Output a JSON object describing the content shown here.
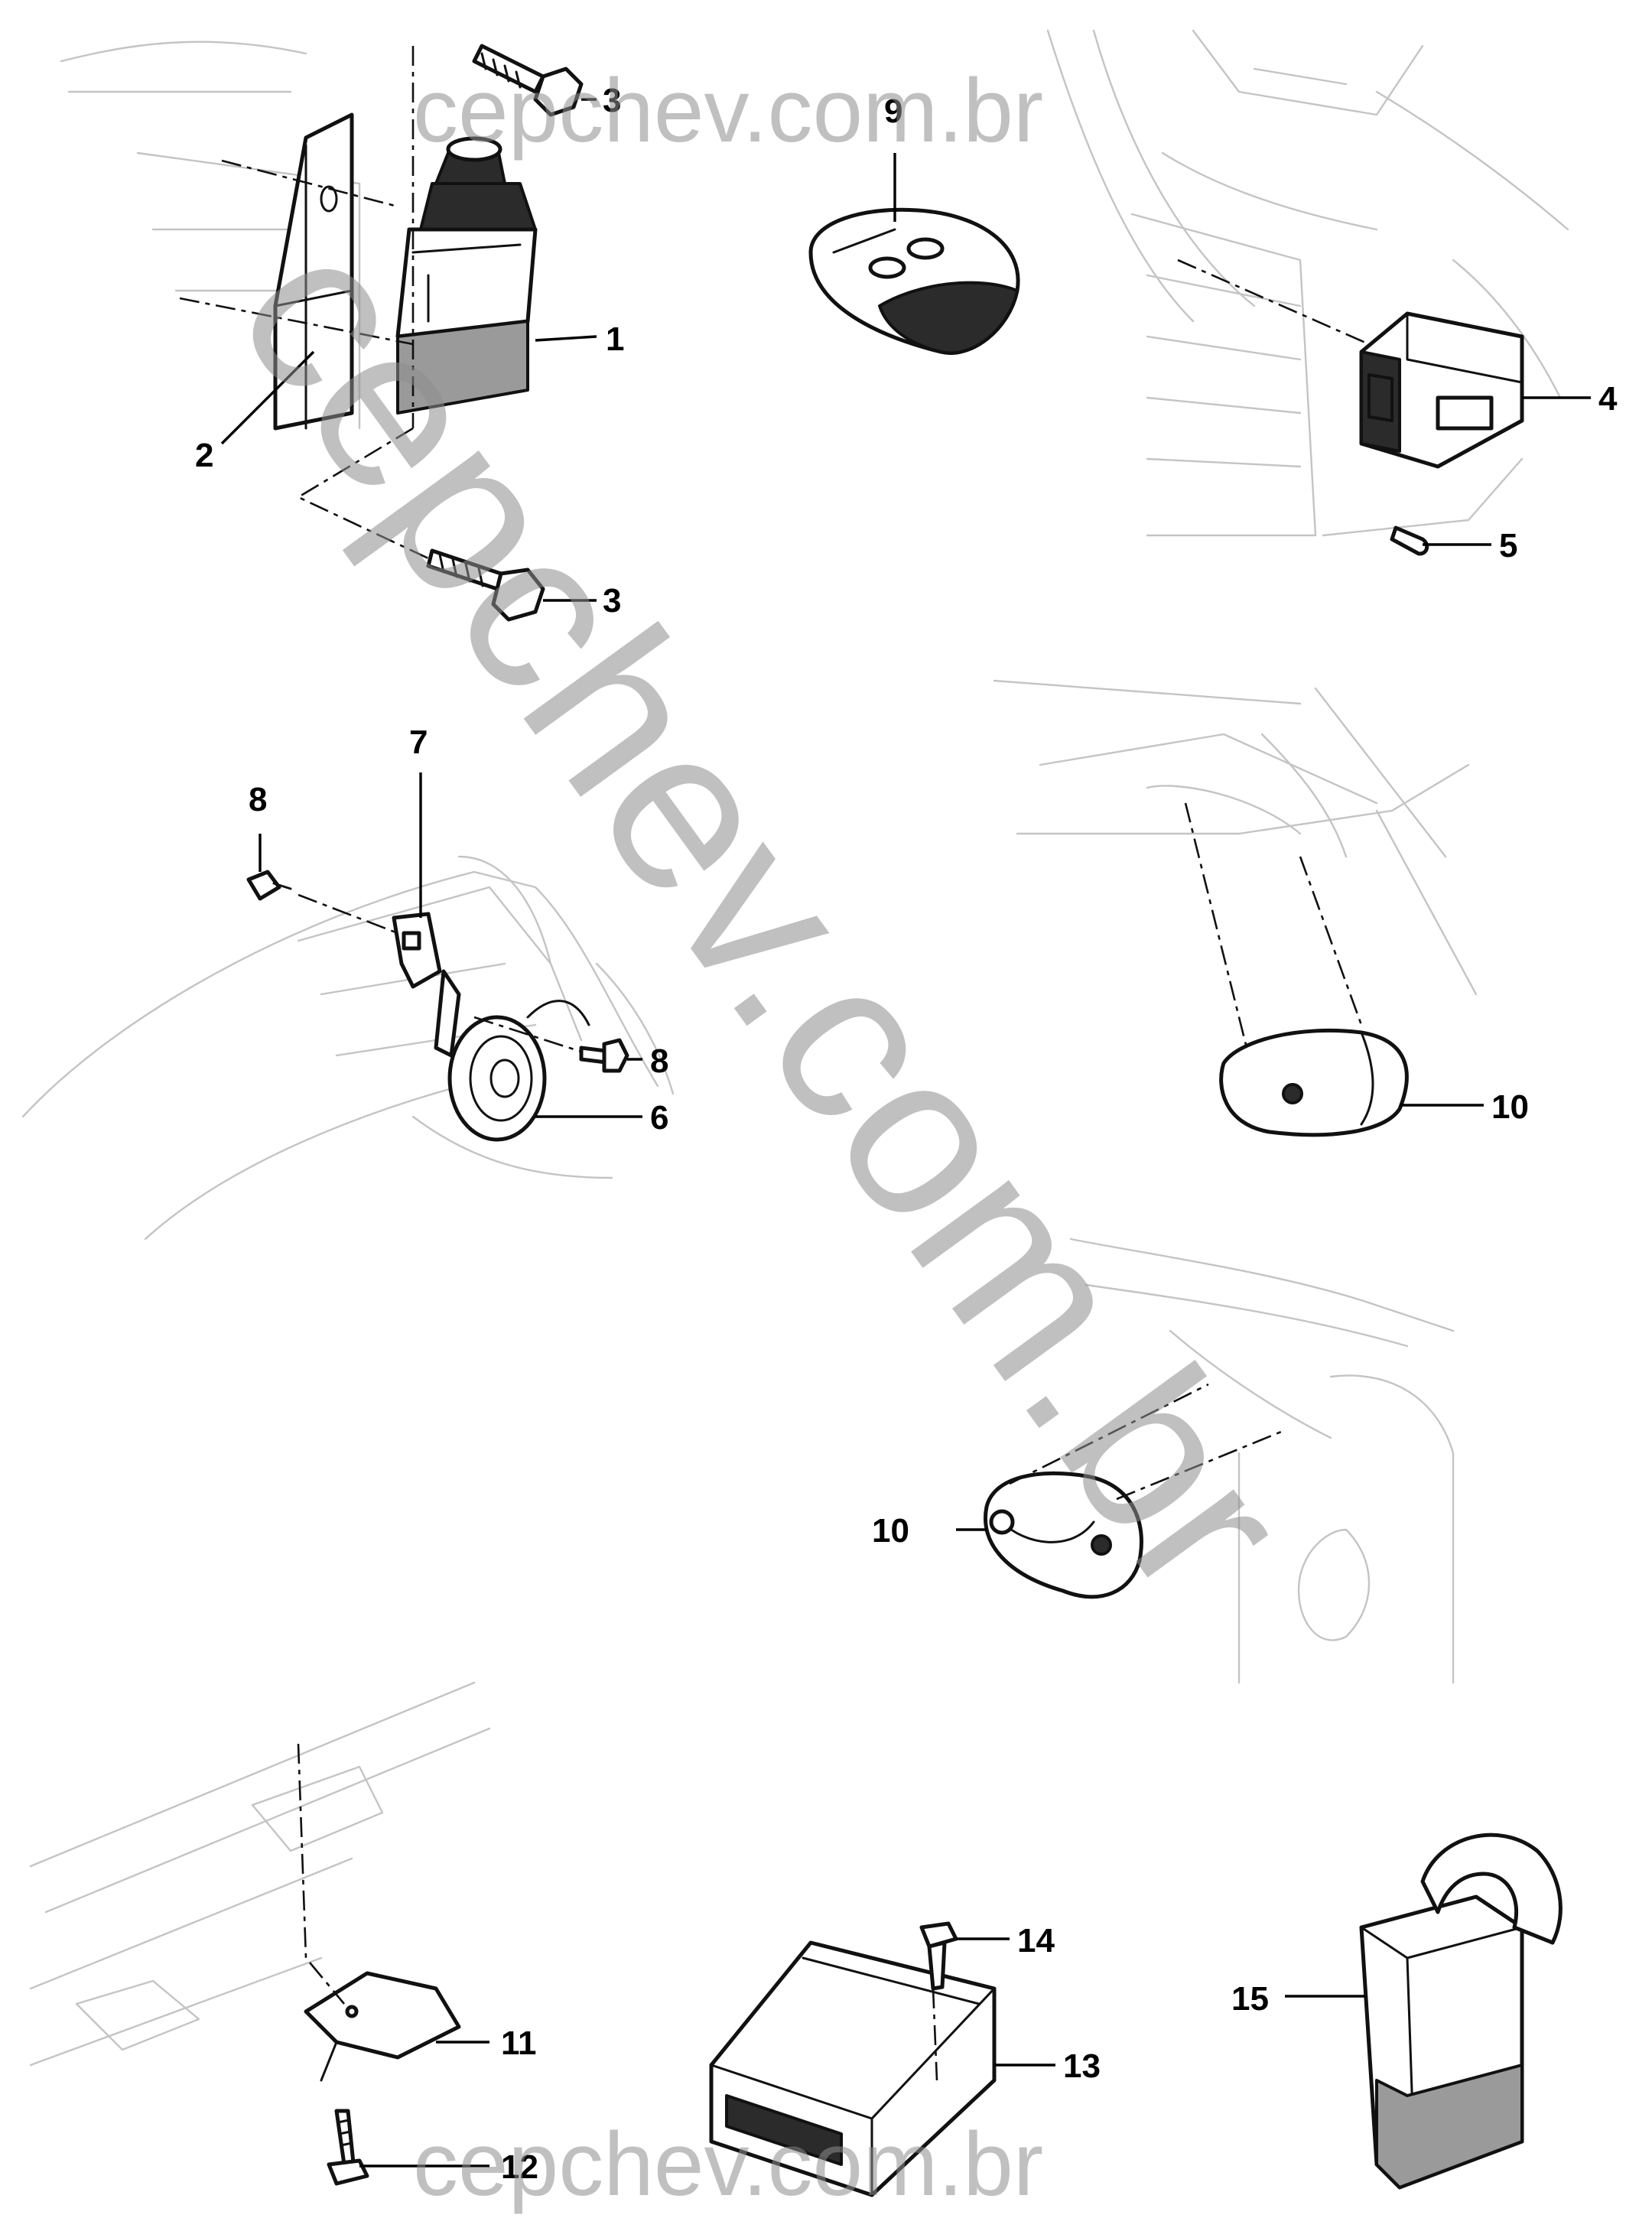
{
  "watermark": {
    "top": "cepchev.com.br",
    "diagonal": "cepchev.com.br",
    "bottom": "cepchev.com.br"
  },
  "callouts": [
    "1",
    "2",
    "3",
    "4",
    "5",
    "6",
    "7",
    "8",
    "9",
    "10",
    "11",
    "12",
    "13",
    "14",
    "15"
  ],
  "labels": {
    "c1": "1",
    "c2": "2",
    "c3a": "3",
    "c3b": "3",
    "c4": "4",
    "c5": "5",
    "c6": "6",
    "c7": "7",
    "c8a": "8",
    "c8b": "8",
    "c9": "9",
    "c10a": "10",
    "c10b": "10",
    "c11": "11",
    "c12": "12",
    "c13": "13",
    "c14": "14",
    "c15": "15"
  }
}
